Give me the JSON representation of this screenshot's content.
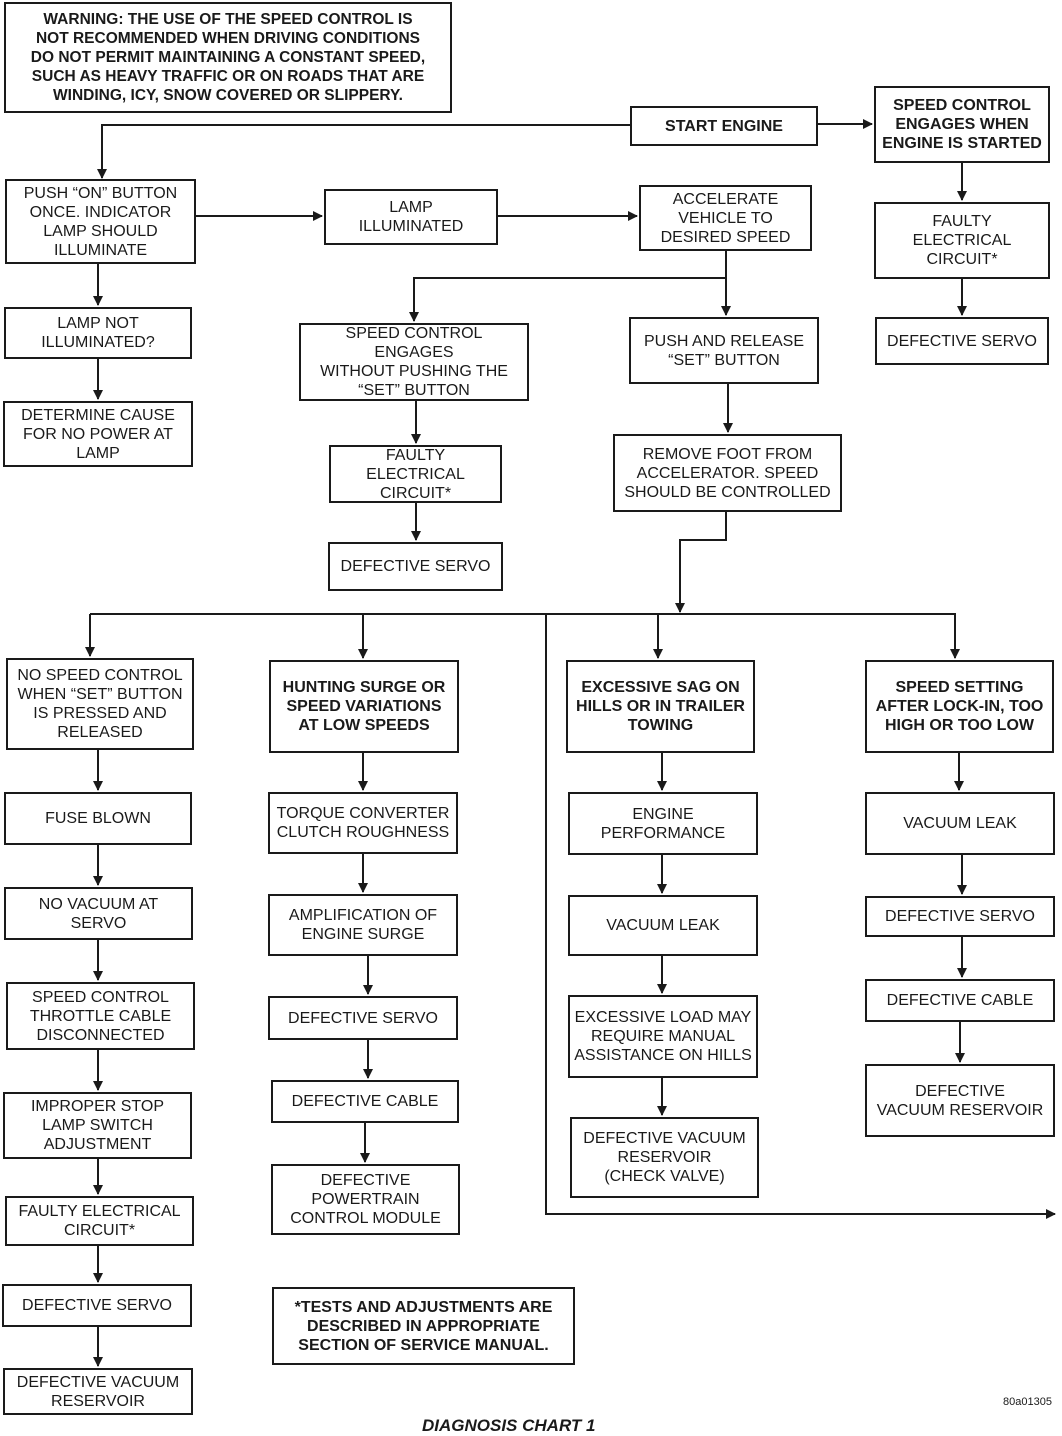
{
  "warning": "WARNING: THE USE OF THE SPEED CONTROL IS\nNOT RECOMMENDED WHEN DRIVING CONDITIONS\nDO NOT PERMIT MAINTAINING A CONSTANT SPEED,\nSUCH AS HEAVY TRAFFIC OR ON ROADS THAT ARE\nWINDING, ICY, SNOW COVERED OR SLIPPERY.",
  "top": {
    "start_engine": "START ENGINE",
    "engages_started": "SPEED CONTROL\nENGAGES WHEN\nENGINE IS STARTED",
    "faulty_circuit_top": "FAULTY\nELECTRICAL\nCIRCUIT*",
    "defective_servo_top": "DEFECTIVE SERVO"
  },
  "left_branch": {
    "push_on": "PUSH “ON” BUTTON\nONCE. INDICATOR\nLAMP SHOULD\nILLUMINATE",
    "lamp_not": "LAMP NOT\nILLUMINATED?",
    "determine_cause": "DETERMINE CAUSE\nFOR NO POWER AT\nLAMP"
  },
  "middle": {
    "lamp_illuminated": "LAMP\nILLUMINATED",
    "accelerate": "ACCELERATE\nVEHICLE TO\nDESIRED SPEED",
    "engages_without_set": "SPEED CONTROL ENGAGES\nWITHOUT PUSHING THE\n“SET” BUTTON",
    "faulty_circuit_mid": "FAULTY ELECTRICAL\nCIRCUIT*",
    "defective_servo_mid": "DEFECTIVE SERVO",
    "push_release_set": "PUSH AND RELEASE\n“SET” BUTTON",
    "remove_foot": "REMOVE FOOT FROM\nACCELERATOR. SPEED\nSHOULD BE CONTROLLED"
  },
  "col1": [
    "NO SPEED CONTROL\nWHEN “SET” BUTTON\nIS PRESSED AND\nRELEASED",
    "FUSE BLOWN",
    "NO VACUUM AT\nSERVO",
    "SPEED CONTROL\nTHROTTLE CABLE\nDISCONNECTED",
    "IMPROPER STOP\nLAMP SWITCH\nADJUSTMENT",
    "FAULTY ELECTRICAL\nCIRCUIT*",
    "DEFECTIVE SERVO",
    "DEFECTIVE VACUUM\nRESERVOIR"
  ],
  "col2": [
    "HUNTING SURGE OR\nSPEED VARIATIONS\nAT LOW SPEEDS",
    "TORQUE CONVERTER\nCLUTCH ROUGHNESS",
    "AMPLIFICATION OF\nENGINE SURGE",
    "DEFECTIVE SERVO",
    "DEFECTIVE CABLE",
    "DEFECTIVE\nPOWERTRAIN\nCONTROL MODULE"
  ],
  "col3": [
    "EXCESSIVE SAG ON\nHILLS OR IN TRAILER\nTOWING",
    "ENGINE\nPERFORMANCE",
    "VACUUM LEAK",
    "EXCESSIVE LOAD MAY\nREQUIRE MANUAL\nASSISTANCE ON HILLS",
    "DEFECTIVE VACUUM\nRESERVOIR\n(CHECK VALVE)"
  ],
  "col4": [
    "SPEED SETTING\nAFTER LOCK-IN, TOO\nHIGH OR TOO LOW",
    "VACUUM LEAK",
    "DEFECTIVE SERVO",
    "DEFECTIVE CABLE",
    "DEFECTIVE\nVACUUM RESERVOIR"
  ],
  "footnote": "*TESTS AND ADJUSTMENTS ARE\nDESCRIBED IN APPROPRIATE\nSECTION OF SERVICE MANUAL.",
  "figure_code": "80a01305",
  "caption": "DIAGNOSIS CHART 1"
}
